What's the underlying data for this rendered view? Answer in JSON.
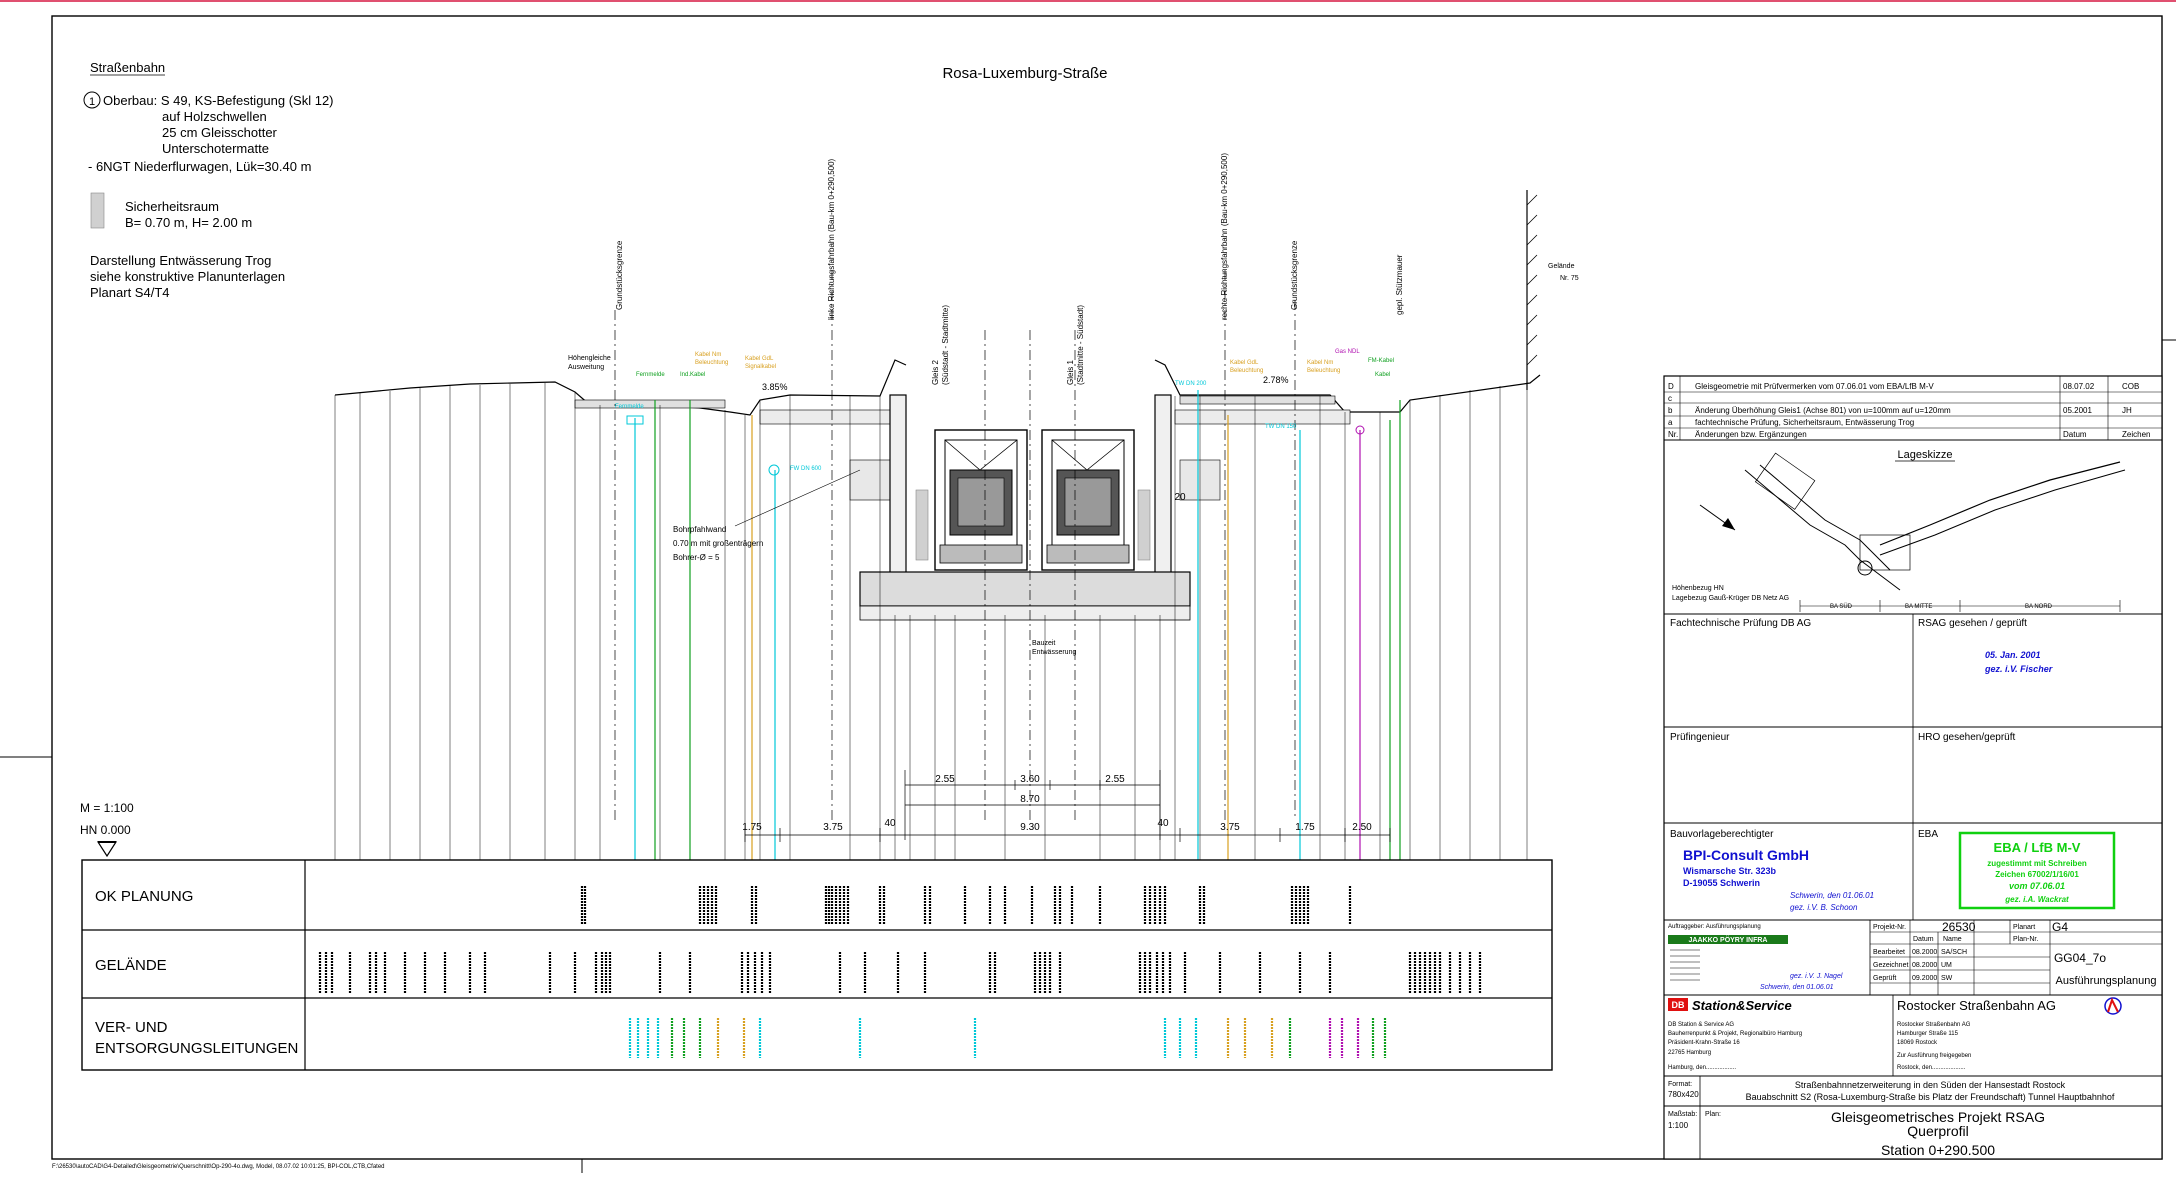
{
  "street_name": "Rosa-Luxemburg-Straße",
  "legend": {
    "heading": "Straßenbahn",
    "marker": "1",
    "superstructure": [
      "Oberbau: S 49, KS-Befestigung (Skl 12)",
      "auf Holzschwellen",
      "25 cm Gleisschotter",
      "Unterschotermatte"
    ],
    "vehicle": "- 6NGT Niederflurwagen, Lük=30.40 m",
    "safety_space": [
      "Sicherheitsraum",
      "B= 0.70 m, H= 2.00 m"
    ],
    "drainage": [
      "Darstellung Entwässerung Trog",
      "siehe konstruktive Planunterlagen",
      "Planart S4/T4"
    ]
  },
  "scale": {
    "m": "M = 1:100",
    "hn": "HN  0.000"
  },
  "section_labels": {
    "grenze_left": "Grundstücksgrenze",
    "richtung_left": "linke Richtungsfahrbahn (Bau-km 0+290,500)",
    "gleis2": [
      "Gleis 2",
      "(Südstadt - Stadtmitte)"
    ],
    "gleis1": [
      "Gleis 1",
      "(Stadtmitte - Südstadt)"
    ],
    "richtung_right": "rechte Richtungsfahrbahn (Bau-km 0+290,500)",
    "grenze_right": "Grundstücksgrenze",
    "stuetzmauer": "gepl. Stützmauer",
    "hoehenaufbau": [
      "Höhengleiche",
      "Ausweitung"
    ],
    "slope_left": "3.85%",
    "slope_right": "2.78%",
    "bohrpfahl": [
      "Bohrpfahlwand",
      "0.70 m mit großenträgern",
      "Bohrer-Ø = 5"
    ],
    "dim_2_55_left": "2.55",
    "dim_3_60": "3.60",
    "dim_2_55_right": "2.55",
    "dim_8_70": "8.70",
    "dim_1_75a": "1.75",
    "dim_3_75a": "3.75",
    "dim_40a": "40",
    "dim_9_30": "9.30",
    "dim_40b": "40",
    "dim_3_75b": "3.75",
    "dim_1_75b": "1.75",
    "dim_2_50": "2.50",
    "dim_20": "20"
  },
  "rows": {
    "ok_planung": "OK PLANUNG",
    "gelaende": "GELÄNDE",
    "leitungen": [
      "VER- UND",
      "ENTSORGUNGSLEITUNGEN"
    ]
  },
  "revisions": [
    {
      "idx": "D",
      "text": "Gleisgeometrie mit Prüfvermerken vom 07.06.01 vom EBA/LfB M-V",
      "date": "08.07.02",
      "sign": "COB"
    },
    {
      "idx": "c",
      "text": "",
      "date": "",
      "sign": ""
    },
    {
      "idx": "b",
      "text": "Änderung Überhöhung Gleis1 (Achse 801) von u=100mm auf u=120mm",
      "date": "05.2001",
      "sign": "JH"
    },
    {
      "idx": "a",
      "text": "fachtechnische Prüfung, Sicherheitsraum, Entwässerung Trog",
      "date": "",
      "sign": ""
    },
    {
      "idx": "Nr.",
      "text": "Änderungen bzw. Ergänzungen",
      "date": "Datum",
      "sign": "Zeichen"
    }
  ],
  "lageskizze": {
    "title": "Lageskizze",
    "note": [
      "Höhenbezug HN",
      "Lagebezug Gauß-Krüger DB Netz AG"
    ],
    "ba": [
      "BA SÜD",
      "BA MITTE",
      "BA NORD"
    ]
  },
  "boxes": {
    "fachtech": "Fachtechnische Prüfung DB AG",
    "rsag": "RSAG gesehen / geprüft",
    "rsag_stamp": [
      "05. Jan. 2001",
      "gez. i.V. Fischer"
    ],
    "pruef": "Prüfingenieur",
    "hro": "HRO gesehen/geprüft",
    "bauvorlage": "Bauvorlageberechtigter",
    "bpi": [
      "BPI-Consult GmbH",
      "Wismarsche Str. 323b",
      "D-19055 Schwerin"
    ],
    "bpi_sign": [
      "Schwerin, den 01.06.01",
      "gez. i.V. B. Schoon"
    ],
    "eba": "EBA",
    "eba_stamp": [
      "EBA / LfB M-V",
      "zugestimmt mit Schreiben",
      "Zeichen 67002/1/16/01",
      "vom 07.06.01",
      "gez. i.A. Wackrat"
    ]
  },
  "auftrag": {
    "header": "Auftraggeber: Ausführungsplanung",
    "firm": "JAAKKO PÖYRY INFRA",
    "sign": [
      "gez. i.V. J. Nagel",
      "Schwerin, den 01.06.01"
    ]
  },
  "projekt": {
    "projekt_nr_label": "Projekt-Nr.",
    "projekt_nr": "26530",
    "planart_label": "Planart",
    "planart": "G4",
    "datum": "Datum",
    "name": "Name",
    "bearbeitet": "Bearbeitet",
    "bearbeitet_d": "08.2000",
    "bearbeitet_n": "SA/SCH",
    "gezeichnet": "Gezeichnet",
    "gezeichnet_d": "08.2000",
    "gezeichnet_n": "UM",
    "geprueft": "Geprüft",
    "geprueft_d": "09.2000",
    "geprueft_n": "SW",
    "plan_nr_label": "Plan-Nr.",
    "plan_nr": "GG04_7o",
    "phase": "Ausführungsplanung"
  },
  "owner": {
    "db": "DB",
    "station": "Station&Service",
    "db_address": [
      "DB Station & Service AG",
      "Bauherrenpunkt & Projekt, Regionalbüro Hamburg",
      "Präsident-Krahn-Straße 16",
      "22765 Hamburg",
      "Hamburg, den.................."
    ],
    "rsag": "Rostocker Straßenbahn AG",
    "rsag_address": [
      "Rostocker Straßenbahn AG",
      "Hamburger Straße 115",
      "18069 Rostock",
      "Zur Ausführung freigegeben",
      "Rostock, den...................."
    ]
  },
  "title_block": {
    "format_label": "Format:",
    "format": "780x420",
    "project_desc": [
      "Straßenbahnnetzerweiterung in den Süden der Hansestadt Rostock",
      "Bauabschnitt S2 (Rosa-Luxemburg-Straße bis Platz der Freundschaft) Tunnel Hauptbahnhof"
    ],
    "massstab_label": "Maßstab:",
    "massstab": "1:100",
    "plan_label": "Plan:",
    "title": [
      "Gleisgeometrisches Projekt RSAG",
      "Querprofil",
      "Station 0+290.500"
    ]
  },
  "file_path": "F:\\26530\\autoCAD\\G4-Detailed\\Gleisgeometrie\\Querschnitt\\Op-290-4o.dwg, Model, 08.07.02 10:01:25, BPI-COL,CTB,Cfated",
  "colors": {
    "ink": "#000000",
    "cyan": "#00c8d8",
    "green": "#10a020",
    "orange": "#d8a020",
    "blue": "#1010d0",
    "magenta": "#b010b0",
    "stamp_green": "#10d010"
  }
}
